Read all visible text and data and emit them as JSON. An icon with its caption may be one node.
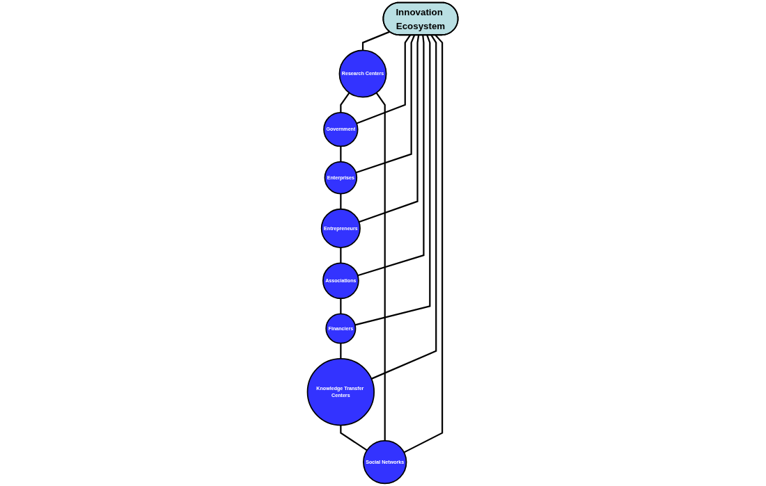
{
  "diagram": {
    "nodes": [
      {
        "text": [
          "Innovation Ecosystem"
        ]
      },
      {
        "text": [
          "Research Centers"
        ]
      },
      {
        "text": [
          "Government"
        ]
      },
      {
        "text": [
          "Enterprises"
        ]
      },
      {
        "text": [
          "Entrepreneurs"
        ]
      },
      {
        "text": [
          "Associations"
        ]
      },
      {
        "text": [
          "Financiers"
        ]
      },
      {
        "text": [
          "Knowledge Transfer Centers"
        ]
      },
      {
        "text": [
          "Social Networks"
        ]
      }
    ],
    "edges": [
      {
        "from": 1,
        "to": 2,
        "arrow": "none"
      },
      {
        "from": 2,
        "to": 3,
        "arrow": "none"
      },
      {
        "from": 3,
        "to": 4,
        "arrow": "none"
      },
      {
        "from": 4,
        "to": 5,
        "arrow": "none"
      },
      {
        "from": 5,
        "to": 6,
        "arrow": "none"
      },
      {
        "from": 6,
        "to": 7,
        "arrow": "none"
      },
      {
        "from": 7,
        "to": 8,
        "arrow": "none"
      },
      {
        "from": 8,
        "to": 1,
        "arrow": "none"
      },
      {
        "from": 0,
        "to": 1,
        "arrow": "none"
      },
      {
        "from": 0,
        "to": 2,
        "arrow": "none"
      },
      {
        "from": 0,
        "to": 3,
        "arrow": "none"
      },
      {
        "from": 0,
        "to": 4,
        "arrow": "none"
      },
      {
        "from": 0,
        "to": 5,
        "arrow": "none"
      },
      {
        "from": 0,
        "to": 6,
        "arrow": "none"
      },
      {
        "from": 0,
        "to": 7,
        "arrow": "none"
      },
      {
        "from": 0,
        "to": 8,
        "arrow": "none"
      }
    ]
  }
}
